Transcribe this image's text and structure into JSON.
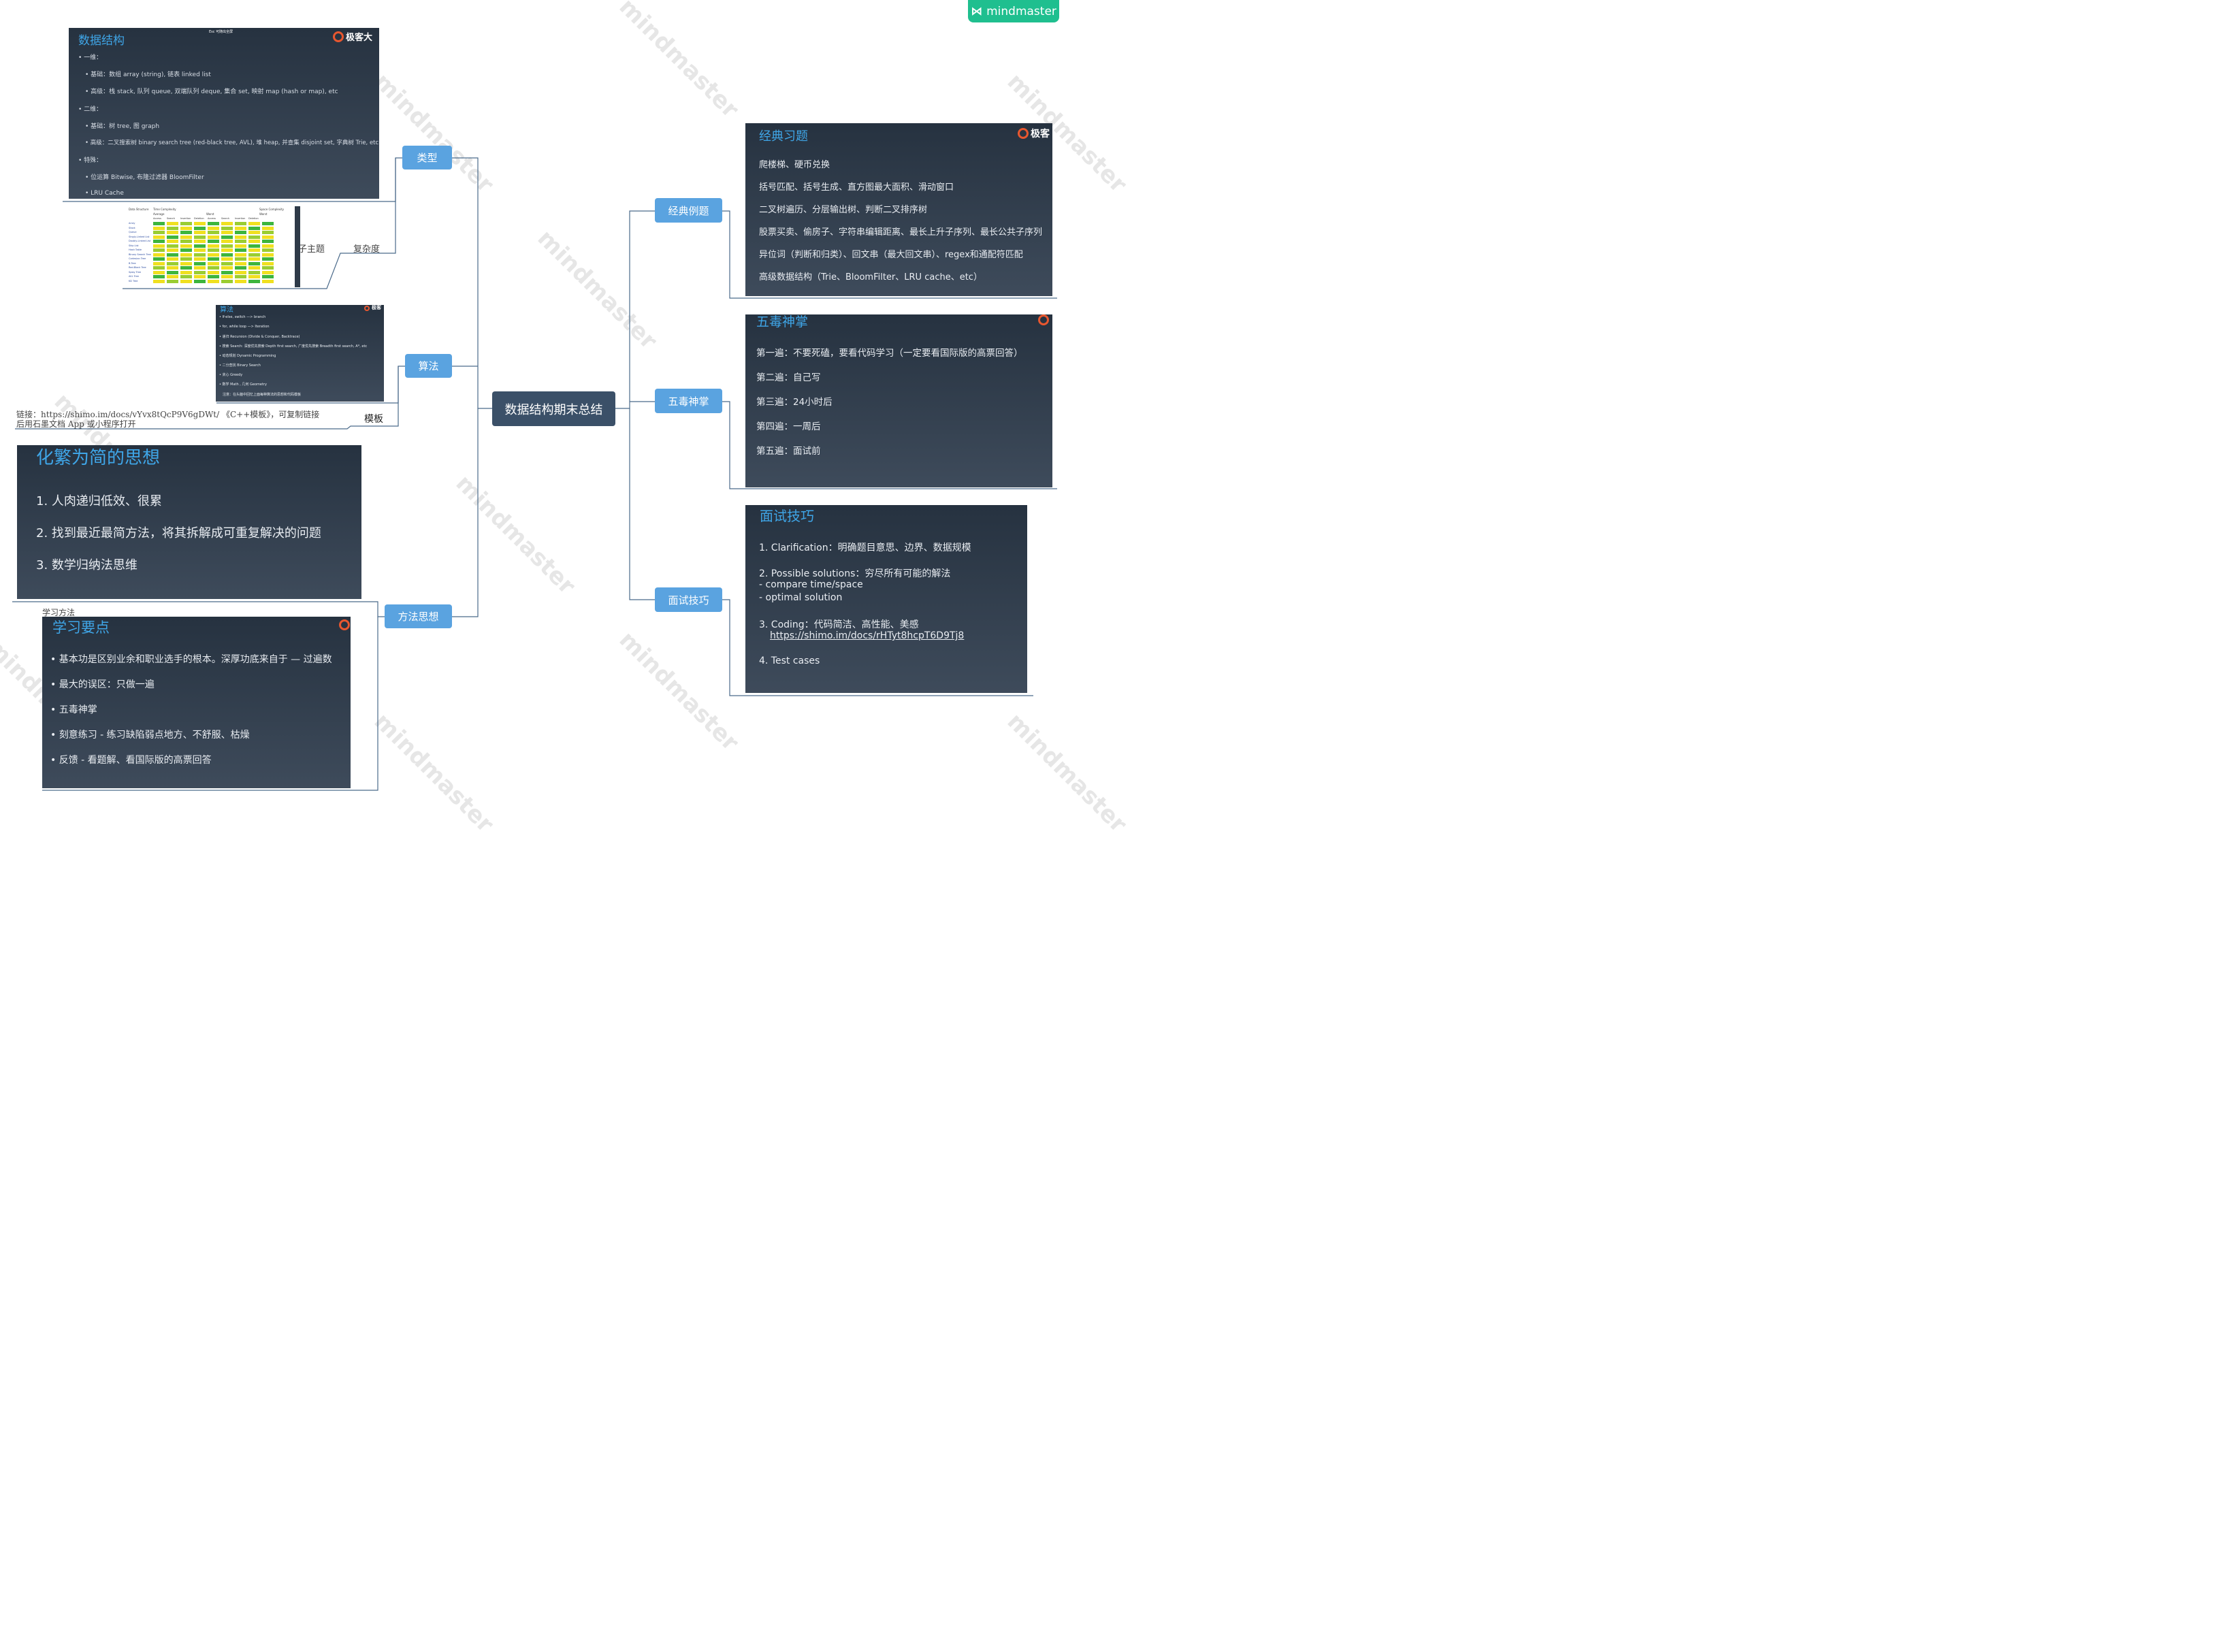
{
  "brand": {
    "label": "mindmaster"
  },
  "watermark_text": "mindmaster",
  "central": {
    "label": "数据结构期末总结"
  },
  "left_topics": {
    "types": "类型",
    "algorithms": "算法",
    "methods": "方法思想"
  },
  "right_topics": {
    "classic": "经典例题",
    "five": "五毒神掌",
    "interview": "面试技巧"
  },
  "labels": {
    "subtopic": "子主题",
    "complexity": "复杂度",
    "template": "模板",
    "study_method": "学习方法"
  },
  "link_note": {
    "line1": "链接：https://shimo.im/docs/vYvx8tQcP9V6gDWt/ 《C++模板》，可复制链接",
    "line2": "后用石墨文档 App 或小程序打开"
  },
  "ds_slide": {
    "title": "数据结构",
    "logo": "极客大",
    "toolbar": "Esc 可随出全屏",
    "lines": [
      "• 一维：",
      "• 基础：数组 array (string), 链表 linked list",
      "• 高级：栈 stack, 队列 queue, 双端队列 deque, 集合 set, 映射 map (hash or map), etc",
      "• 二维：",
      "• 基础：树 tree, 图 graph",
      "• 高级：二叉搜索树 binary search tree (red-black tree, AVL), 堆 heap, 并查集 disjoint set, 字典树 Trie, etc",
      "• 特殊：",
      "• 位运算 Bitwise, 布隆过滤器 BloomFilter",
      "• LRU Cache"
    ]
  },
  "complexity_table": {
    "header": [
      "Data Structure",
      "Time Complexity",
      "Space Complexity"
    ],
    "subheader": [
      "Average",
      "Worst",
      "Worst"
    ],
    "ops": [
      "Access",
      "Search",
      "Insertion",
      "Deletion",
      "Access",
      "Search",
      "Insertion",
      "Deletion"
    ],
    "rows": [
      "Array",
      "Stack",
      "Queue",
      "Singly-Linked List",
      "Doubly-Linked List",
      "Skip List",
      "Hash Table",
      "Binary Search Tree",
      "Cartesian Tree",
      "B-Tree",
      "Red-Black Tree",
      "Splay Tree",
      "AVL Tree",
      "KD Tree"
    ]
  },
  "algo_slide": {
    "title": "算法",
    "logo": "极客",
    "lines": [
      "• If-else, switch —> branch",
      "• for, while loop —> Iteration",
      "• 递归 Recursion (Divide & Conquer, Backtrace)",
      "• 搜索 Search: 深度优先搜索 Depth first search, 广度优先搜索 Breadth first search, A*, etc",
      "• 动态规划 Dynamic Programming",
      "• 二分查找 Binary Search",
      "• 贪心 Greedy",
      "• 数学 Math , 几何 Geometry",
      "注意：在头脑中回忆上面每种算法的思想和代码模板"
    ]
  },
  "simplify_slide": {
    "title": "化繁为简的思想",
    "items": [
      "1. 人肉递归低效、很累",
      "2. 找到最近最简方法，将其拆解成可重复解决的问题",
      "3. 数学归纳法思维"
    ]
  },
  "study_slide": {
    "title": "学习要点",
    "items": [
      "• 基本功是区别业余和职业选手的根本。深厚功底来自于 — 过遍数",
      "• 最大的误区：只做一遍",
      "• 五毒神掌",
      "• 刻意练习 - 练习缺陷弱点地方、不舒服、枯燥",
      "• 反馈 - 看题解、看国际版的高票回答"
    ]
  },
  "classic_slide": {
    "title": "经典习题",
    "logo": "极客",
    "items": [
      "爬楼梯、硬币兑换",
      "括号匹配、括号生成、直方图最大面积、滑动窗口",
      "二叉树遍历、分层输出树、判断二叉排序树",
      "股票买卖、偷房子、字符串编辑距离、最长上升子序列、最长公共子序列",
      "异位词（判断和归类）、回文串（最大回文串）、regex和通配符匹配",
      "高级数据结构（Trie、BloomFilter、LRU cache、etc）"
    ]
  },
  "five_slide": {
    "title": "五毒神掌",
    "items": [
      "第一遍：不要死磕，要看代码学习（一定要看国际版的高票回答）",
      "第二遍：自己写",
      "第三遍：24小时后",
      "第四遍：一周后",
      "第五遍：面试前"
    ]
  },
  "interview_slide": {
    "title": "面试技巧",
    "items": [
      "1. Clarification：明确题目意思、边界、数据规模",
      "2. Possible solutions：穷尽所有可能的解法",
      " - compare time/space",
      " - optimal solution",
      "3. Coding：代码简洁、高性能、美感",
      "https://shimo.im/docs/rHTyt8hcpT6D9Tj8",
      "4. Test cases"
    ]
  }
}
